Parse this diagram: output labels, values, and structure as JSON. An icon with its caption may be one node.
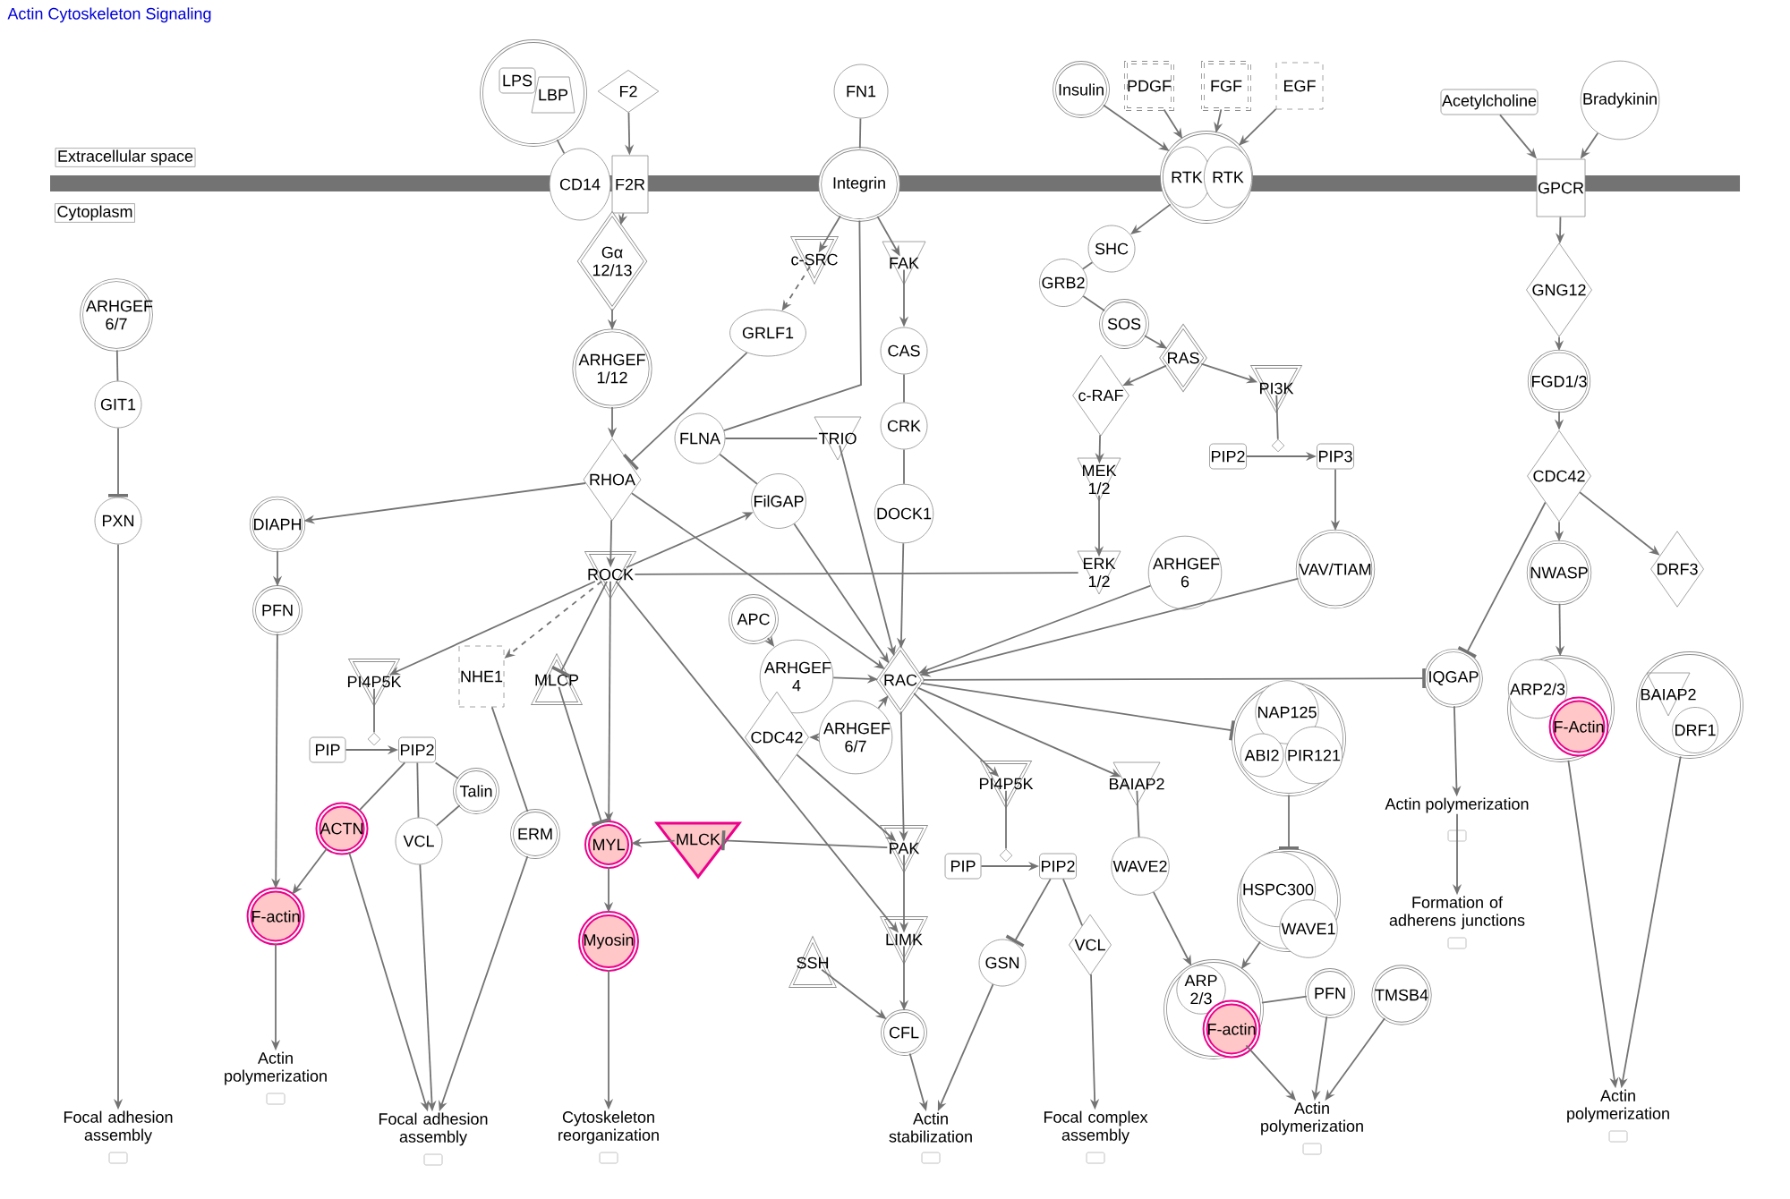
{
  "diagram": {
    "title": "Actin Cytoskeleton Signaling",
    "nodes": [
      {
        "text": [],
        "shape": "circle"
      },
      {
        "text": [
          "LPS"
        ],
        "in": 0
      },
      {
        "text": [
          "LBP"
        ],
        "in": 0
      },
      {
        "text": [
          "F2"
        ]
      },
      {
        "text": [
          "FN1"
        ]
      },
      {
        "text": [
          "Insulin"
        ]
      },
      {
        "text": [
          "PDGF"
        ]
      },
      {
        "text": [
          "FGF"
        ]
      },
      {
        "text": [
          "EGF"
        ]
      },
      {
        "text": [
          "Acetylcholine"
        ]
      },
      {
        "text": [
          "Bradykinin"
        ]
      },
      {
        "text": [
          "CD14"
        ]
      },
      {
        "text": [
          "F2R"
        ]
      },
      {
        "text": [
          "Integrin"
        ]
      },
      {
        "text": [],
        "shape": "circle"
      },
      {
        "text": [
          "RTK"
        ],
        "in": 14
      },
      {
        "text": [
          "RTK"
        ],
        "in": 14
      },
      {
        "text": [
          "GPCR"
        ]
      },
      {
        "text": [
          "Gα 12/13"
        ]
      },
      {
        "text": [
          "c-SRC"
        ]
      },
      {
        "text": [
          "FAK"
        ]
      },
      {
        "text": [
          "SHC"
        ]
      },
      {
        "text": [
          "GRB2"
        ]
      },
      {
        "text": [
          "SOS"
        ]
      },
      {
        "text": [
          "RAS"
        ]
      },
      {
        "text": [
          "c-RAF"
        ]
      },
      {
        "text": [
          "PI3K"
        ]
      },
      {
        "text": [
          "GNG12"
        ]
      },
      {
        "text": [
          "FGD1/3"
        ]
      },
      {
        "text": [
          "ARHGEF 6/7"
        ]
      },
      {
        "text": [
          "GRLF1"
        ]
      },
      {
        "text": [
          "CAS"
        ]
      },
      {
        "text": [
          "ARHGEF 1/12"
        ]
      },
      {
        "text": [
          "GIT1"
        ]
      },
      {
        "text": [
          "CRK"
        ]
      },
      {
        "text": [
          "FLNA"
        ]
      },
      {
        "text": [
          "TRIO"
        ]
      },
      {
        "text": [
          "MEK 1/2"
        ]
      },
      {
        "text": [
          "PIP2"
        ]
      },
      {
        "text": [
          "PIP3"
        ]
      },
      {
        "text": [
          "CDC42"
        ]
      },
      {
        "text": [
          "RHOA"
        ]
      },
      {
        "text": [
          "DOCK1"
        ]
      },
      {
        "text": [
          "PXN"
        ]
      },
      {
        "text": [
          "DIAPH"
        ]
      },
      {
        "text": [
          "FilGAP"
        ]
      },
      {
        "text": [
          "ROCK"
        ]
      },
      {
        "text": [
          "ERK 1/2"
        ]
      },
      {
        "text": [
          "ARHGEF 6"
        ]
      },
      {
        "text": [
          "VAV/TIAM"
        ]
      },
      {
        "text": [
          "NWASP"
        ]
      },
      {
        "text": [
          "DRF3"
        ]
      },
      {
        "text": [
          "PFN"
        ]
      },
      {
        "text": [
          "APC"
        ]
      },
      {
        "text": [
          "PI4P5K"
        ]
      },
      {
        "text": [
          "NHE1"
        ]
      },
      {
        "text": [
          "MLCP"
        ]
      },
      {
        "text": [
          "ARHGEF 4"
        ]
      },
      {
        "text": [
          "RAC"
        ]
      },
      {
        "text": [
          "IQGAP"
        ]
      },
      {
        "text": [],
        "shape": "circle"
      },
      {
        "text": [
          "ARP2/3"
        ],
        "in": 60
      },
      {
        "text": [
          "F-Actin"
        ],
        "in": 60
      },
      {
        "text": [],
        "shape": "circle"
      },
      {
        "text": [
          "BAIAP2"
        ],
        "in": 63
      },
      {
        "text": [
          "DRF1"
        ],
        "in": 63
      },
      {
        "text": [],
        "shape": "circle"
      },
      {
        "text": [
          "NAP125"
        ],
        "in": 66
      },
      {
        "text": [
          "ABI2"
        ],
        "in": 66
      },
      {
        "text": [
          "PIR121"
        ],
        "in": 66
      },
      {
        "text": [
          "PIP"
        ]
      },
      {
        "text": [
          "PIP2"
        ]
      },
      {
        "text": [
          "Talin"
        ]
      },
      {
        "text": [
          "CDC42"
        ]
      },
      {
        "text": [
          "ARHGEF 6/7"
        ]
      },
      {
        "text": [
          "PI4P5K"
        ]
      },
      {
        "text": [
          "BAIAP2"
        ]
      },
      {
        "text": [
          "Actin polymerization"
        ]
      },
      {
        "text": [
          "ACTN"
        ]
      },
      {
        "text": [
          "VCL"
        ]
      },
      {
        "text": [
          "ERM"
        ]
      },
      {
        "text": [
          "MYL"
        ]
      },
      {
        "text": [
          "MLCK"
        ]
      },
      {
        "text": [
          "PAK"
        ]
      },
      {
        "text": [
          "PIP"
        ]
      },
      {
        "text": [
          "PIP2"
        ]
      },
      {
        "text": [
          "WAVE2"
        ]
      },
      {
        "text": [],
        "shape": "circle"
      },
      {
        "text": [
          "HSPC300"
        ],
        "in": 87
      },
      {
        "text": [
          "WAVE1"
        ],
        "in": 87
      },
      {
        "text": [
          "F-actin"
        ]
      },
      {
        "text": [
          "Formation of adherens junctions"
        ]
      },
      {
        "text": [
          "LIMK"
        ]
      },
      {
        "text": [
          "Myosin"
        ]
      },
      {
        "text": [
          "SSH"
        ]
      },
      {
        "text": [
          "GSN"
        ]
      },
      {
        "text": [
          "VCL"
        ]
      },
      {
        "text": [],
        "shape": "circle"
      },
      {
        "text": [
          "ARP 2/3"
        ],
        "in": 97
      },
      {
        "text": [
          "F-actin"
        ],
        "in": 97
      },
      {
        "text": [
          "PFN"
        ]
      },
      {
        "text": [
          "TMSB4"
        ]
      },
      {
        "text": [
          "CFL"
        ]
      },
      {
        "text": [
          "Actin polymerization"
        ]
      },
      {
        "text": [
          "Actin stabilization"
        ]
      },
      {
        "text": [
          "Focal complex assembly"
        ]
      },
      {
        "text": [
          "Actin polymerization"
        ]
      },
      {
        "text": [
          "Actin polymerization"
        ]
      },
      {
        "text": [
          "Focal adhesion assembly"
        ]
      },
      {
        "text": [
          "Focal adhesion assembly"
        ]
      },
      {
        "text": [
          "Cytoskeleton reorganization"
        ]
      },
      {
        "text": [],
        "shape": "diamond"
      },
      {
        "text": [],
        "shape": "diamond"
      },
      {
        "text": [],
        "shape": "diamond"
      }
    ],
    "edges": [
      {
        "from": 0,
        "to": 11,
        "arrow": "none"
      },
      {
        "from": 3,
        "to": 12,
        "arrow": "to"
      },
      {
        "from": 4,
        "to": 13,
        "arrow": "none"
      },
      {
        "from": 5,
        "to": 14,
        "arrow": "to"
      },
      {
        "from": 6,
        "to": 14,
        "arrow": "to"
      },
      {
        "from": 7,
        "to": 14,
        "arrow": "to"
      },
      {
        "from": 8,
        "to": 14,
        "arrow": "to"
      },
      {
        "from": 9,
        "to": 17,
        "arrow": "to"
      },
      {
        "from": 10,
        "to": 17,
        "arrow": "to"
      },
      {
        "from": 12,
        "to": 18,
        "arrow": "to"
      },
      {
        "from": 13,
        "to": 19,
        "arrow": "to"
      },
      {
        "from": 13,
        "to": 20,
        "arrow": "to"
      },
      {
        "from": 13,
        "to": 35,
        "arrow": "none"
      },
      {
        "from": 14,
        "to": 21,
        "arrow": "to"
      },
      {
        "from": 21,
        "to": 22,
        "arrow": "none"
      },
      {
        "from": 22,
        "to": 23,
        "arrow": "none"
      },
      {
        "from": 23,
        "to": 24,
        "arrow": "to"
      },
      {
        "from": 24,
        "to": 25,
        "arrow": "to"
      },
      {
        "from": 24,
        "to": 26,
        "arrow": "to"
      },
      {
        "from": 25,
        "to": 37,
        "arrow": "to"
      },
      {
        "from": 37,
        "to": 47,
        "arrow": "to"
      },
      {
        "from": 26,
        "to": 111,
        "arrow": "none"
      },
      {
        "from": 38,
        "to": 39,
        "arrow": "to"
      },
      {
        "from": 39,
        "to": 49,
        "arrow": "to"
      },
      {
        "from": 17,
        "to": 27,
        "arrow": "to"
      },
      {
        "from": 27,
        "to": 28,
        "arrow": "to"
      },
      {
        "from": 28,
        "to": 40,
        "arrow": "to"
      },
      {
        "from": 40,
        "to": 50,
        "arrow": "to"
      },
      {
        "from": 40,
        "to": 51,
        "arrow": "to"
      },
      {
        "from": 40,
        "to": 59,
        "arrow": "other"
      },
      {
        "from": 50,
        "to": 60,
        "arrow": "to"
      },
      {
        "from": 19,
        "to": 30,
        "arrow": "to",
        "style": "dashed"
      },
      {
        "from": 30,
        "to": 41,
        "arrow": "other"
      },
      {
        "from": 20,
        "to": 31,
        "arrow": "to"
      },
      {
        "from": 31,
        "to": 34,
        "arrow": "none"
      },
      {
        "from": 34,
        "to": 42,
        "arrow": "none"
      },
      {
        "from": 42,
        "to": 58,
        "arrow": "to"
      },
      {
        "from": 18,
        "to": 32,
        "arrow": "to"
      },
      {
        "from": 32,
        "to": 41,
        "arrow": "to"
      },
      {
        "from": 29,
        "to": 33,
        "arrow": "none"
      },
      {
        "from": 33,
        "to": 43,
        "arrow": "other"
      },
      {
        "from": 43,
        "to": 108,
        "arrow": "to"
      },
      {
        "from": 35,
        "to": 36,
        "arrow": "none"
      },
      {
        "from": 35,
        "to": 45,
        "arrow": "none"
      },
      {
        "from": 36,
        "to": 58,
        "arrow": "to"
      },
      {
        "from": 45,
        "to": 58,
        "arrow": "to"
      },
      {
        "from": 41,
        "to": 44,
        "arrow": "to"
      },
      {
        "from": 41,
        "to": 46,
        "arrow": "to"
      },
      {
        "from": 41,
        "to": 58,
        "arrow": "to"
      },
      {
        "from": 46,
        "to": 45,
        "arrow": "to"
      },
      {
        "from": 46,
        "to": 47,
        "arrow": "none"
      },
      {
        "from": 46,
        "to": 54,
        "arrow": "to"
      },
      {
        "from": 46,
        "to": 55,
        "arrow": "to",
        "style": "dashed"
      },
      {
        "from": 46,
        "to": 56,
        "arrow": "other"
      },
      {
        "from": 46,
        "to": 81,
        "arrow": "to"
      },
      {
        "from": 46,
        "to": 92,
        "arrow": "to"
      },
      {
        "from": 56,
        "to": 81,
        "arrow": "other"
      },
      {
        "from": 44,
        "to": 52,
        "arrow": "to"
      },
      {
        "from": 52,
        "to": 90,
        "arrow": "to"
      },
      {
        "from": 78,
        "to": 90,
        "arrow": "to"
      },
      {
        "from": 90,
        "to": 103,
        "arrow": "to"
      },
      {
        "from": 54,
        "to": 112,
        "arrow": "none"
      },
      {
        "from": 70,
        "to": 71,
        "arrow": "to"
      },
      {
        "from": 71,
        "to": 78,
        "arrow": "none"
      },
      {
        "from": 71,
        "to": 79,
        "arrow": "none"
      },
      {
        "from": 71,
        "to": 72,
        "arrow": "none"
      },
      {
        "from": 72,
        "to": 79,
        "arrow": "none"
      },
      {
        "from": 78,
        "to": 109,
        "arrow": "to"
      },
      {
        "from": 79,
        "to": 109,
        "arrow": "to"
      },
      {
        "from": 80,
        "to": 109,
        "arrow": "to"
      },
      {
        "from": 55,
        "to": 80,
        "arrow": "none"
      },
      {
        "from": 81,
        "to": 93,
        "arrow": "to"
      },
      {
        "from": 82,
        "to": 81,
        "arrow": "to"
      },
      {
        "from": 83,
        "to": 82,
        "arrow": "other"
      },
      {
        "from": 93,
        "to": 110,
        "arrow": "to"
      },
      {
        "from": 53,
        "to": 57,
        "arrow": "to"
      },
      {
        "from": 57,
        "to": 58,
        "arrow": "to"
      },
      {
        "from": 74,
        "to": 73,
        "arrow": "to"
      },
      {
        "from": 74,
        "to": 58,
        "arrow": "to"
      },
      {
        "from": 73,
        "to": 83,
        "arrow": "to"
      },
      {
        "from": 48,
        "to": 58,
        "arrow": "to"
      },
      {
        "from": 49,
        "to": 58,
        "arrow": "to"
      },
      {
        "from": 58,
        "to": 59,
        "arrow": "other"
      },
      {
        "from": 58,
        "to": 66,
        "arrow": "other"
      },
      {
        "from": 58,
        "to": 75,
        "arrow": "to"
      },
      {
        "from": 58,
        "to": 76,
        "arrow": "to"
      },
      {
        "from": 58,
        "to": 83,
        "arrow": "to"
      },
      {
        "from": 66,
        "to": 87,
        "arrow": "other"
      },
      {
        "from": 59,
        "to": 77,
        "arrow": "to"
      },
      {
        "from": 77,
        "to": 91,
        "arrow": "to"
      },
      {
        "from": 75,
        "to": 113,
        "arrow": "none"
      },
      {
        "from": 84,
        "to": 85,
        "arrow": "to"
      },
      {
        "from": 85,
        "to": 95,
        "arrow": "other"
      },
      {
        "from": 85,
        "to": 96,
        "arrow": "none"
      },
      {
        "from": 76,
        "to": 86,
        "arrow": "none"
      },
      {
        "from": 86,
        "to": 97,
        "arrow": "to"
      },
      {
        "from": 87,
        "to": 97,
        "arrow": "to"
      },
      {
        "from": 83,
        "to": 92,
        "arrow": "to"
      },
      {
        "from": 92,
        "to": 102,
        "arrow": "to"
      },
      {
        "from": 94,
        "to": 102,
        "arrow": "to"
      },
      {
        "from": 102,
        "to": 104,
        "arrow": "to"
      },
      {
        "from": 95,
        "to": 104,
        "arrow": "to"
      },
      {
        "from": 96,
        "to": 105,
        "arrow": "to"
      },
      {
        "from": 97,
        "to": 100,
        "arrow": "none"
      },
      {
        "from": 97,
        "to": 106,
        "arrow": "to"
      },
      {
        "from": 100,
        "to": 106,
        "arrow": "to"
      },
      {
        "from": 101,
        "to": 106,
        "arrow": "to"
      },
      {
        "from": 60,
        "to": 107,
        "arrow": "to"
      },
      {
        "from": 63,
        "to": 107,
        "arrow": "to"
      }
    ],
    "labels": [
      "Extracellular space",
      "Cytoplasm"
    ]
  }
}
